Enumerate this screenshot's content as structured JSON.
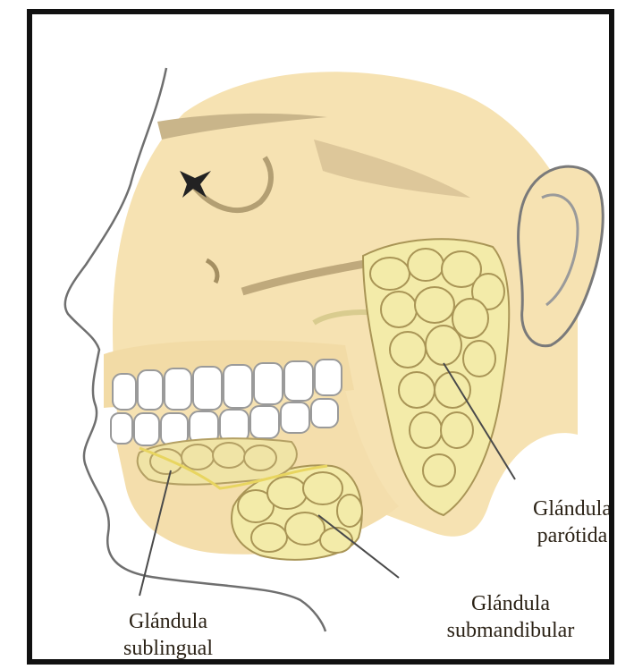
{
  "labels": {
    "parotid": [
      "Glándula",
      "parótida"
    ],
    "submandibular": [
      "Glándula",
      "submandibular"
    ],
    "sublingual": [
      "Glándula",
      "sublingual"
    ]
  },
  "colors": {
    "bone": "#f6e2b2",
    "bone_shadow": "#c9b58a",
    "gland": "#f3eba9",
    "gland_outline": "#a99556",
    "teeth": "#ffffff",
    "outline": "#6f6f6f",
    "label": "#2b2216"
  }
}
